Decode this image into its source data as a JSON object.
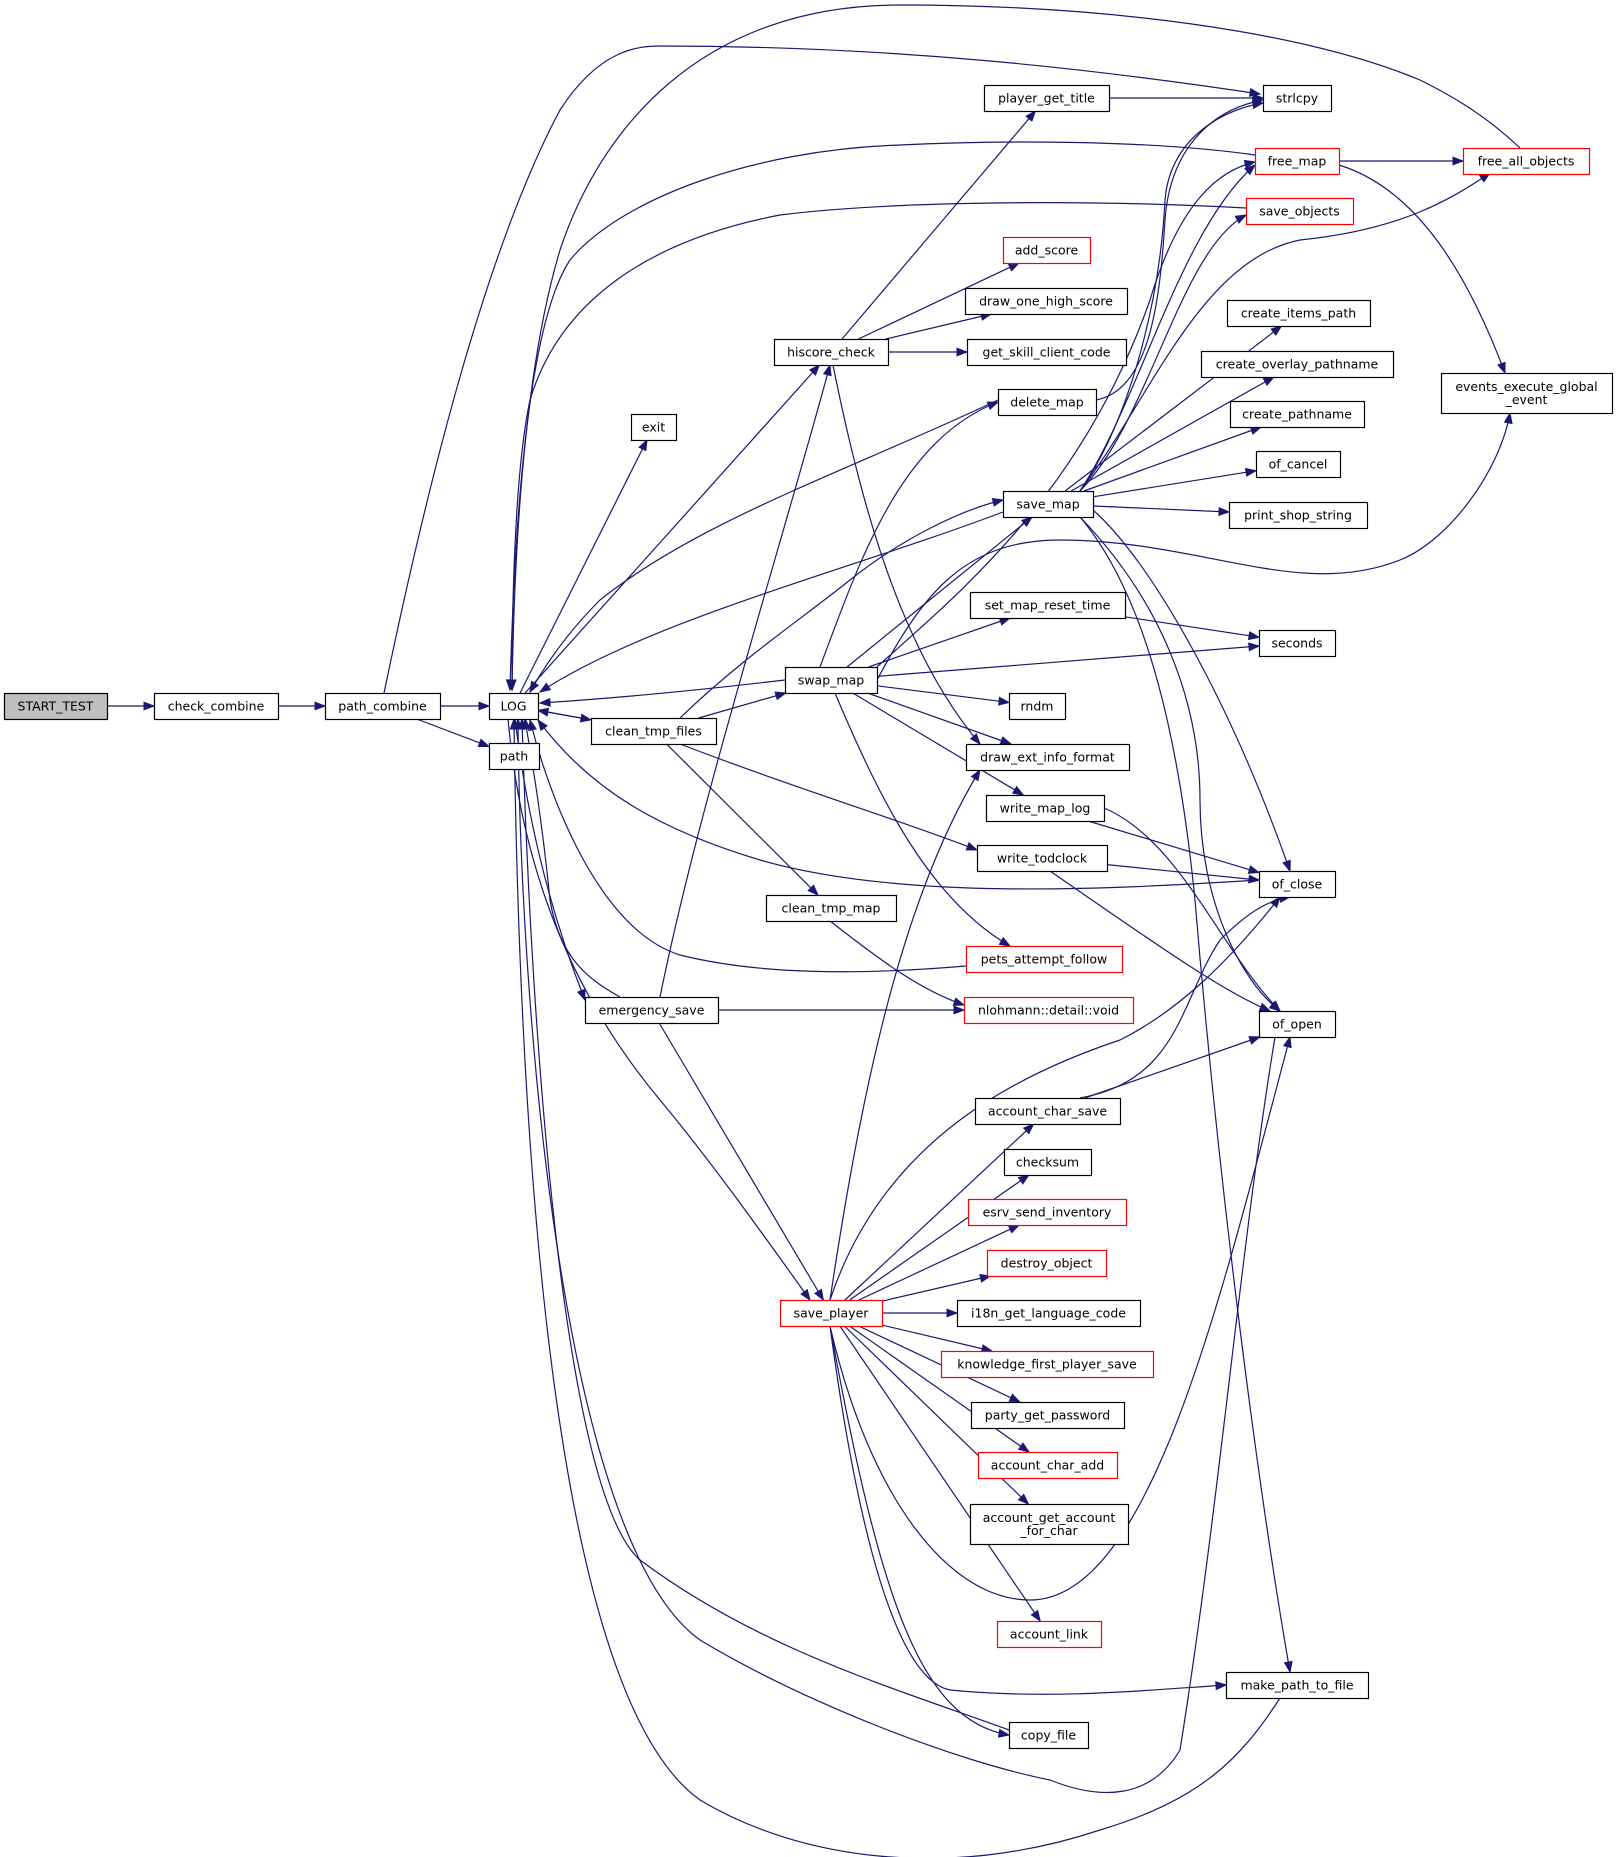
{
  "diagram": {
    "type": "call-graph",
    "colors": {
      "edge": "#191970",
      "root_fill": "#bfbfbf",
      "node_border": "#000000",
      "truncated_border": "#ff0000"
    },
    "nodes": [
      {
        "id": "START_TEST",
        "label": "START_TEST",
        "style": "root"
      },
      {
        "id": "check_combine",
        "label": "check_combine",
        "style": "normal"
      },
      {
        "id": "path_combine",
        "label": "path_combine",
        "style": "normal"
      },
      {
        "id": "LOG",
        "label": "LOG",
        "style": "normal"
      },
      {
        "id": "path",
        "label": "path",
        "style": "normal"
      },
      {
        "id": "exit",
        "label": "exit",
        "style": "normal"
      },
      {
        "id": "clean_tmp_files",
        "label": "clean_tmp_files",
        "style": "normal"
      },
      {
        "id": "hiscore_check",
        "label": "hiscore_check",
        "style": "normal"
      },
      {
        "id": "swap_map",
        "label": "swap_map",
        "style": "normal"
      },
      {
        "id": "clean_tmp_map",
        "label": "clean_tmp_map",
        "style": "normal"
      },
      {
        "id": "emergency_save",
        "label": "emergency_save",
        "style": "normal"
      },
      {
        "id": "save_player",
        "label": "save_player",
        "style": "red"
      },
      {
        "id": "player_get_title",
        "label": "player_get_title",
        "style": "normal"
      },
      {
        "id": "strlcpy",
        "label": "strlcpy",
        "style": "normal"
      },
      {
        "id": "free_map",
        "label": "free_map",
        "style": "red"
      },
      {
        "id": "free_all_objects",
        "label": "free_all_objects",
        "style": "red"
      },
      {
        "id": "save_objects",
        "label": "save_objects",
        "style": "red"
      },
      {
        "id": "add_score",
        "label": "add_score",
        "style": "red"
      },
      {
        "id": "draw_one_high_score",
        "label": "draw_one_high_score",
        "style": "normal"
      },
      {
        "id": "get_skill_client_code",
        "label": "get_skill_client_code",
        "style": "normal"
      },
      {
        "id": "delete_map",
        "label": "delete_map",
        "style": "normal"
      },
      {
        "id": "create_items_path",
        "label": "create_items_path",
        "style": "normal"
      },
      {
        "id": "create_overlay_pathname",
        "label": "create_overlay_pathname",
        "style": "normal"
      },
      {
        "id": "create_pathname",
        "label": "create_pathname",
        "style": "normal"
      },
      {
        "id": "of_cancel",
        "label": "of_cancel",
        "style": "normal"
      },
      {
        "id": "print_shop_string",
        "label": "print_shop_string",
        "style": "normal"
      },
      {
        "id": "events_execute_global_event",
        "label": "events_execute_global\n_event",
        "style": "normal"
      },
      {
        "id": "save_map",
        "label": "save_map",
        "style": "normal"
      },
      {
        "id": "set_map_reset_time",
        "label": "set_map_reset_time",
        "style": "normal"
      },
      {
        "id": "seconds",
        "label": "seconds",
        "style": "normal"
      },
      {
        "id": "rndm",
        "label": "rndm",
        "style": "normal"
      },
      {
        "id": "draw_ext_info_format",
        "label": "draw_ext_info_format",
        "style": "normal"
      },
      {
        "id": "write_map_log",
        "label": "write_map_log",
        "style": "normal"
      },
      {
        "id": "write_todclock",
        "label": "write_todclock",
        "style": "normal"
      },
      {
        "id": "of_close",
        "label": "of_close",
        "style": "normal"
      },
      {
        "id": "pets_attempt_follow",
        "label": "pets_attempt_follow",
        "style": "red"
      },
      {
        "id": "nlohmann_void",
        "label": "nlohmann::detail::void",
        "style": "red"
      },
      {
        "id": "of_open",
        "label": "of_open",
        "style": "normal"
      },
      {
        "id": "account_char_save",
        "label": "account_char_save",
        "style": "normal"
      },
      {
        "id": "checksum",
        "label": "checksum",
        "style": "normal"
      },
      {
        "id": "esrv_send_inventory",
        "label": "esrv_send_inventory",
        "style": "red"
      },
      {
        "id": "destroy_object",
        "label": "destroy_object",
        "style": "red"
      },
      {
        "id": "i18n_get_language_code",
        "label": "i18n_get_language_code",
        "style": "normal"
      },
      {
        "id": "knowledge_first_player_save",
        "label": "knowledge_first_player_save",
        "style": "red"
      },
      {
        "id": "party_get_password",
        "label": "party_get_password",
        "style": "normal"
      },
      {
        "id": "account_char_add",
        "label": "account_char_add",
        "style": "red"
      },
      {
        "id": "account_get_account_for_char",
        "label": "account_get_account\n_for_char",
        "style": "normal"
      },
      {
        "id": "account_link",
        "label": "account_link",
        "style": "red"
      },
      {
        "id": "make_path_to_file",
        "label": "make_path_to_file",
        "style": "normal"
      },
      {
        "id": "copy_file",
        "label": "copy_file",
        "style": "normal"
      }
    ],
    "edges": [
      [
        "START_TEST",
        "check_combine"
      ],
      [
        "check_combine",
        "path_combine"
      ],
      [
        "path_combine",
        "LOG"
      ],
      [
        "path_combine",
        "path"
      ],
      [
        "path_combine",
        "strlcpy"
      ],
      [
        "LOG",
        "exit"
      ],
      [
        "LOG",
        "clean_tmp_files"
      ],
      [
        "LOG",
        "emergency_save"
      ],
      [
        "LOG",
        "save_player"
      ],
      [
        "LOG",
        "hiscore_check"
      ],
      [
        "clean_tmp_files",
        "LOG"
      ],
      [
        "clean_tmp_files",
        "swap_map"
      ],
      [
        "clean_tmp_files",
        "clean_tmp_map"
      ],
      [
        "clean_tmp_files",
        "write_todclock"
      ],
      [
        "clean_tmp_files",
        "save_map"
      ],
      [
        "hiscore_check",
        "player_get_title"
      ],
      [
        "hiscore_check",
        "add_score"
      ],
      [
        "hiscore_check",
        "draw_one_high_score"
      ],
      [
        "hiscore_check",
        "get_skill_client_code"
      ],
      [
        "hiscore_check",
        "draw_ext_info_format"
      ],
      [
        "player_get_title",
        "strlcpy"
      ],
      [
        "free_map",
        "LOG"
      ],
      [
        "free_map",
        "free_all_objects"
      ],
      [
        "free_map",
        "events_execute_global_event"
      ],
      [
        "free_all_objects",
        "LOG"
      ],
      [
        "save_objects",
        "LOG"
      ],
      [
        "delete_map",
        "LOG"
      ],
      [
        "delete_map",
        "strlcpy"
      ],
      [
        "swap_map",
        "LOG"
      ],
      [
        "swap_map",
        "delete_map"
      ],
      [
        "swap_map",
        "save_map"
      ],
      [
        "swap_map",
        "free_map"
      ],
      [
        "swap_map",
        "set_map_reset_time"
      ],
      [
        "swap_map",
        "seconds"
      ],
      [
        "swap_map",
        "rndm"
      ],
      [
        "swap_map",
        "draw_ext_info_format"
      ],
      [
        "swap_map",
        "write_map_log"
      ],
      [
        "swap_map",
        "pets_attempt_follow"
      ],
      [
        "swap_map",
        "events_execute_global_event"
      ],
      [
        "save_map",
        "LOG"
      ],
      [
        "save_map",
        "strlcpy"
      ],
      [
        "save_map",
        "free_map"
      ],
      [
        "save_map",
        "save_objects"
      ],
      [
        "save_map",
        "free_all_objects"
      ],
      [
        "save_map",
        "create_items_path"
      ],
      [
        "save_map",
        "create_overlay_pathname"
      ],
      [
        "save_map",
        "create_pathname"
      ],
      [
        "save_map",
        "of_cancel"
      ],
      [
        "save_map",
        "print_shop_string"
      ],
      [
        "save_map",
        "of_close"
      ],
      [
        "save_map",
        "of_open"
      ],
      [
        "save_map",
        "make_path_to_file"
      ],
      [
        "set_map_reset_time",
        "seconds"
      ],
      [
        "write_map_log",
        "of_close"
      ],
      [
        "write_map_log",
        "of_open"
      ],
      [
        "write_todclock",
        "of_close"
      ],
      [
        "write_todclock",
        "of_open"
      ],
      [
        "of_close",
        "LOG"
      ],
      [
        "pets_attempt_follow",
        "LOG"
      ],
      [
        "clean_tmp_map",
        "nlohmann_void"
      ],
      [
        "emergency_save",
        "LOG"
      ],
      [
        "emergency_save",
        "hiscore_check"
      ],
      [
        "emergency_save",
        "nlohmann_void"
      ],
      [
        "emergency_save",
        "save_player"
      ],
      [
        "save_player",
        "draw_ext_info_format"
      ],
      [
        "save_player",
        "of_close"
      ],
      [
        "save_player",
        "account_char_save"
      ],
      [
        "save_player",
        "checksum"
      ],
      [
        "save_player",
        "esrv_send_inventory"
      ],
      [
        "save_player",
        "destroy_object"
      ],
      [
        "save_player",
        "i18n_get_language_code"
      ],
      [
        "save_player",
        "knowledge_first_player_save"
      ],
      [
        "save_player",
        "party_get_password"
      ],
      [
        "save_player",
        "account_char_add"
      ],
      [
        "save_player",
        "account_get_account_for_char"
      ],
      [
        "save_player",
        "of_open"
      ],
      [
        "save_player",
        "account_link"
      ],
      [
        "save_player",
        "make_path_to_file"
      ],
      [
        "save_player",
        "copy_file"
      ],
      [
        "account_char_save",
        "of_open"
      ],
      [
        "account_char_save",
        "of_close"
      ],
      [
        "copy_file",
        "LOG"
      ],
      [
        "make_path_to_file",
        "LOG"
      ],
      [
        "of_open",
        "LOG"
      ]
    ]
  }
}
